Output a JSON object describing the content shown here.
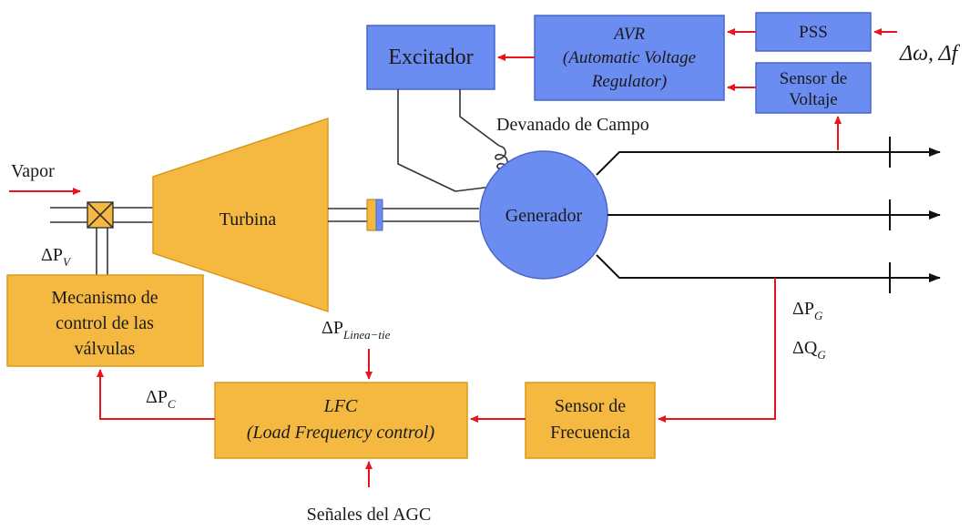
{
  "blocks": {
    "excitador": "Excitador",
    "avr": [
      "AVR",
      "(Automatic Voltage",
      "Regulator)"
    ],
    "pss": "PSS",
    "sensor_voltaje": [
      "Sensor de",
      "Voltaje"
    ],
    "turbina": "Turbina",
    "generador": "Generador",
    "mecanismo": [
      "Mecanismo de",
      "control de las",
      "válvulas"
    ],
    "lfc": [
      "LFC",
      "(Load Frequency control)"
    ],
    "sensor_frecuencia": [
      "Sensor de",
      "Frecuencia"
    ]
  },
  "labels": {
    "vapor": "Vapor",
    "devanado": "Devanado de Campo",
    "delta_omega_f": "Δω, Δf",
    "senales_agc": "Señales del AGC"
  },
  "symbols": {
    "pv": {
      "main": "ΔP",
      "sub": "V"
    },
    "pc": {
      "main": "ΔP",
      "sub": "C"
    },
    "ptie": {
      "main": "ΔP",
      "sub": "Linea−tie"
    },
    "pg": {
      "main": "ΔP",
      "sub": "G"
    },
    "qg": {
      "main": "ΔQ",
      "sub": "G"
    }
  },
  "colors": {
    "control_blue": "#6b8cf0",
    "block_orange": "#f5b942",
    "signal_red": "#e8131b"
  }
}
